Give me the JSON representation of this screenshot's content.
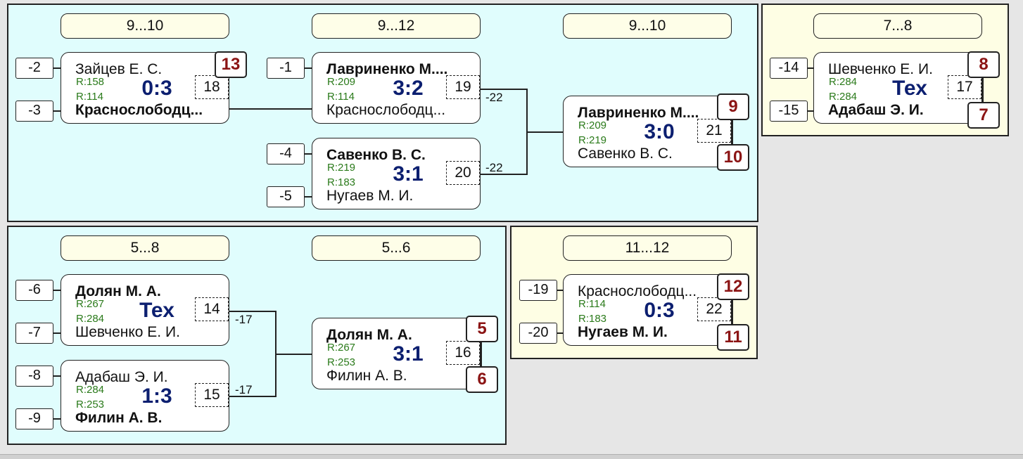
{
  "stages": [
    "9...10",
    "9...12",
    "9...10",
    "7...8",
    "5...8",
    "5...6",
    "11...12"
  ],
  "seeds": [
    "-2",
    "-3",
    "-1",
    "-4",
    "-5",
    "-14",
    "-15",
    "-6",
    "-7",
    "-8",
    "-9",
    "-19",
    "-20"
  ],
  "matches": [
    {
      "num": "18",
      "top": "Зайцев Е. С.",
      "bottom": "Краснослободц...",
      "r_top": "R:158",
      "r_bottom": "R:114",
      "score": "0:3"
    },
    {
      "num": "19",
      "top": "Лавриненко М....",
      "bottom": "Краснослободц...",
      "r_top": "R:209",
      "r_bottom": "R:114",
      "score": "3:2"
    },
    {
      "num": "20",
      "top": "Савенко В. С.",
      "bottom": "Нугаев М. И.",
      "r_top": "R:219",
      "r_bottom": "R:183",
      "score": "3:1"
    },
    {
      "num": "21",
      "top": "Лавриненко М....",
      "bottom": "Савенко В. С.",
      "r_top": "R:209",
      "r_bottom": "R:219",
      "score": "3:0"
    },
    {
      "num": "17",
      "top": "Шевченко Е. И.",
      "bottom": "Адабаш Э. И.",
      "r_top": "R:284",
      "r_bottom": "R:284",
      "score": "Тех"
    },
    {
      "num": "14",
      "top": "Долян М. А.",
      "bottom": "Шевченко Е. И.",
      "r_top": "R:267",
      "r_bottom": "R:284",
      "score": "Тех"
    },
    {
      "num": "15",
      "top": "Адабаш Э. И.",
      "bottom": "Филин А. В.",
      "r_top": "R:284",
      "r_bottom": "R:253",
      "score": "1:3"
    },
    {
      "num": "16",
      "top": "Долян М. А.",
      "bottom": "Филин А. В.",
      "r_top": "R:267",
      "r_bottom": "R:253",
      "score": "3:1"
    },
    {
      "num": "22",
      "top": "Краснослободц...",
      "bottom": "Нугаев М. И.",
      "r_top": "R:114",
      "r_bottom": "R:183",
      "score": "0:3"
    }
  ],
  "places": [
    "13",
    "9",
    "10",
    "8",
    "7",
    "5",
    "6",
    "12",
    "11"
  ],
  "loser_labels": [
    "-22",
    "-22",
    "-17",
    "-17"
  ]
}
